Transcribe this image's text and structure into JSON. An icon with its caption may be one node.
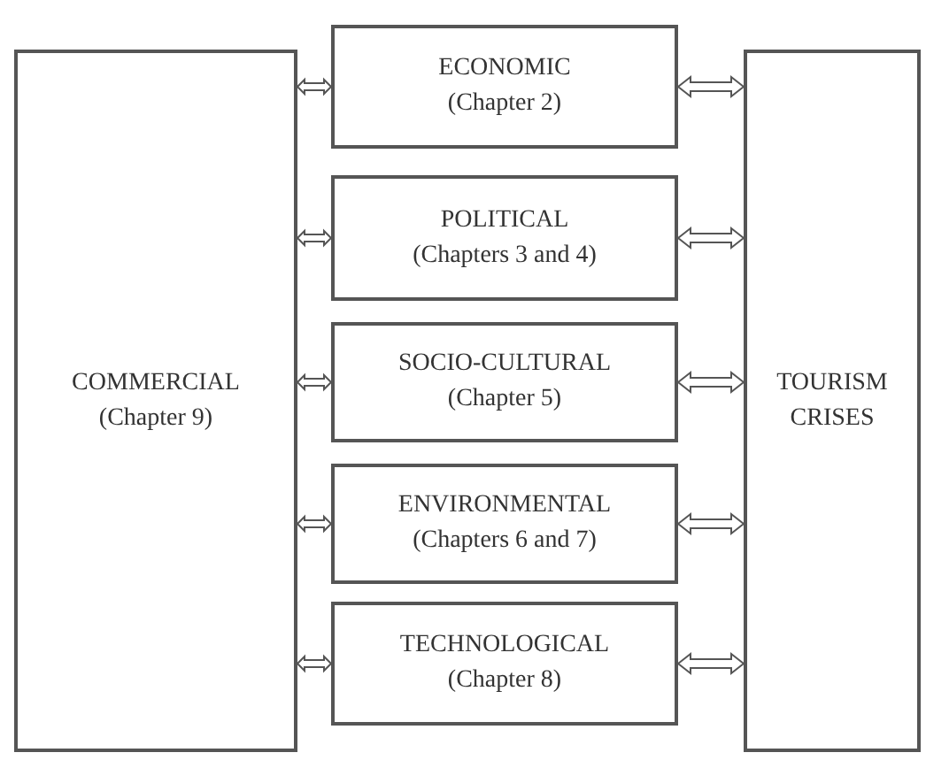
{
  "diagram": {
    "nodes": [
      {
        "text": [
          "COMMERCIAL",
          "(Chapter 9)"
        ]
      },
      {
        "text": [
          "ECONOMIC",
          "(Chapter 2)"
        ]
      },
      {
        "text": [
          "POLITICAL",
          "(Chapters 3 and 4)"
        ]
      },
      {
        "text": [
          "SOCIO-CULTURAL",
          "(Chapter 5)"
        ]
      },
      {
        "text": [
          "ENVIRONMENTAL",
          "(Chapters 6 and 7)"
        ]
      },
      {
        "text": [
          "TECHNOLOGICAL",
          "(Chapter 8)"
        ]
      },
      {
        "text": [
          "TOURISM CRISES"
        ]
      }
    ],
    "edges": [
      {
        "from": 0,
        "to": 1,
        "arrow": "both"
      },
      {
        "from": 1,
        "to": 6,
        "arrow": "both"
      },
      {
        "from": 0,
        "to": 2,
        "arrow": "both"
      },
      {
        "from": 2,
        "to": 6,
        "arrow": "both"
      },
      {
        "from": 0,
        "to": 3,
        "arrow": "both"
      },
      {
        "from": 3,
        "to": 6,
        "arrow": "both"
      },
      {
        "from": 0,
        "to": 4,
        "arrow": "both"
      },
      {
        "from": 4,
        "to": 6,
        "arrow": "both"
      },
      {
        "from": 0,
        "to": 5,
        "arrow": "both"
      },
      {
        "from": 5,
        "to": 6,
        "arrow": "both"
      }
    ]
  }
}
